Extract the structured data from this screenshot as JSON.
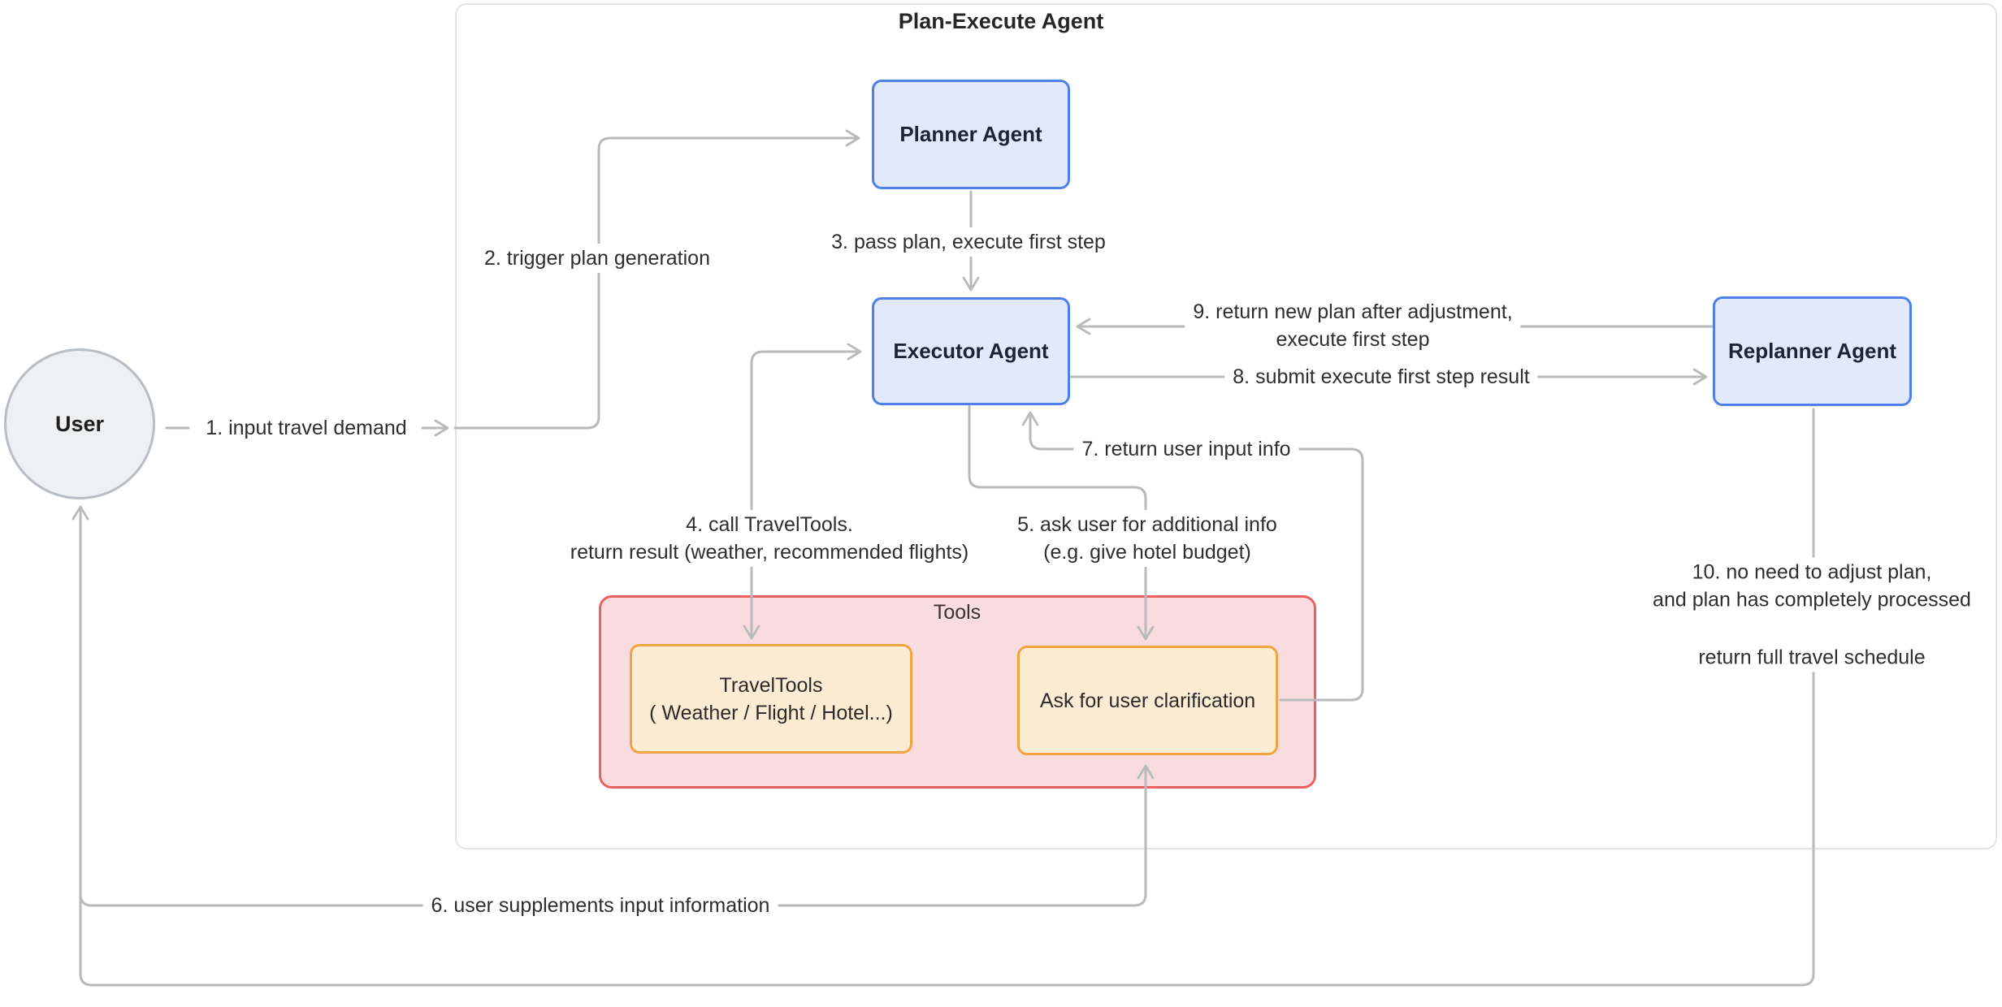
{
  "title": "Plan-Execute Agent",
  "nodes": {
    "user": {
      "label": "User"
    },
    "planner": {
      "label": "Planner Agent"
    },
    "executor": {
      "label": "Executor Agent"
    },
    "replanner": {
      "label": "Replanner Agent"
    },
    "tools_group": {
      "label": "Tools"
    },
    "travel_tools": {
      "line1": "TravelTools",
      "line2": "( Weather / Flight / Hotel...)"
    },
    "ask_clarification": {
      "label": "Ask for user clarification"
    }
  },
  "edges": {
    "e1": {
      "from": "user",
      "to": "planner",
      "line1": "1. input travel demand"
    },
    "e2": {
      "from": "user",
      "to": "planner",
      "line1": "2. trigger plan generation"
    },
    "e3": {
      "from": "planner",
      "to": "executor",
      "line1": "3. pass plan, execute first step"
    },
    "e4": {
      "from": "executor",
      "to": "travel_tools",
      "line1": "4. call TravelTools.",
      "line2": "return result (weather, recommended flights)"
    },
    "e5": {
      "from": "executor",
      "to": "ask_clarification",
      "line1": "5. ask user for additional info",
      "line2": "(e.g. give hotel budget)"
    },
    "e6": {
      "from": "user",
      "to": "ask_clarification",
      "line1": "6. user supplements input information"
    },
    "e7": {
      "from": "ask_clarification",
      "to": "executor",
      "line1": "7. return user input info"
    },
    "e8": {
      "from": "executor",
      "to": "replanner",
      "line1": "8. submit execute first step result"
    },
    "e9": {
      "from": "replanner",
      "to": "executor",
      "line1": "9. return new plan after adjustment,",
      "line2": "execute first step"
    },
    "e10": {
      "from": "replanner",
      "to": "user",
      "line1": "10. no need to adjust plan,",
      "line2": "and plan has completely processed",
      "line3": "return full travel schedule"
    }
  },
  "colors": {
    "line-gray": "#b9babc",
    "blue-border": "#4d80e8",
    "blue-fill": "#e1e9fb",
    "red-border": "#ec6160",
    "pink-fill": "#f9dcdf",
    "orange-border": "#f1a440",
    "orange-fill": "#fcecd4",
    "label-color": "#2e2e2e",
    "node-text": "#1d2435",
    "container-border": "#e4e4e4"
  }
}
